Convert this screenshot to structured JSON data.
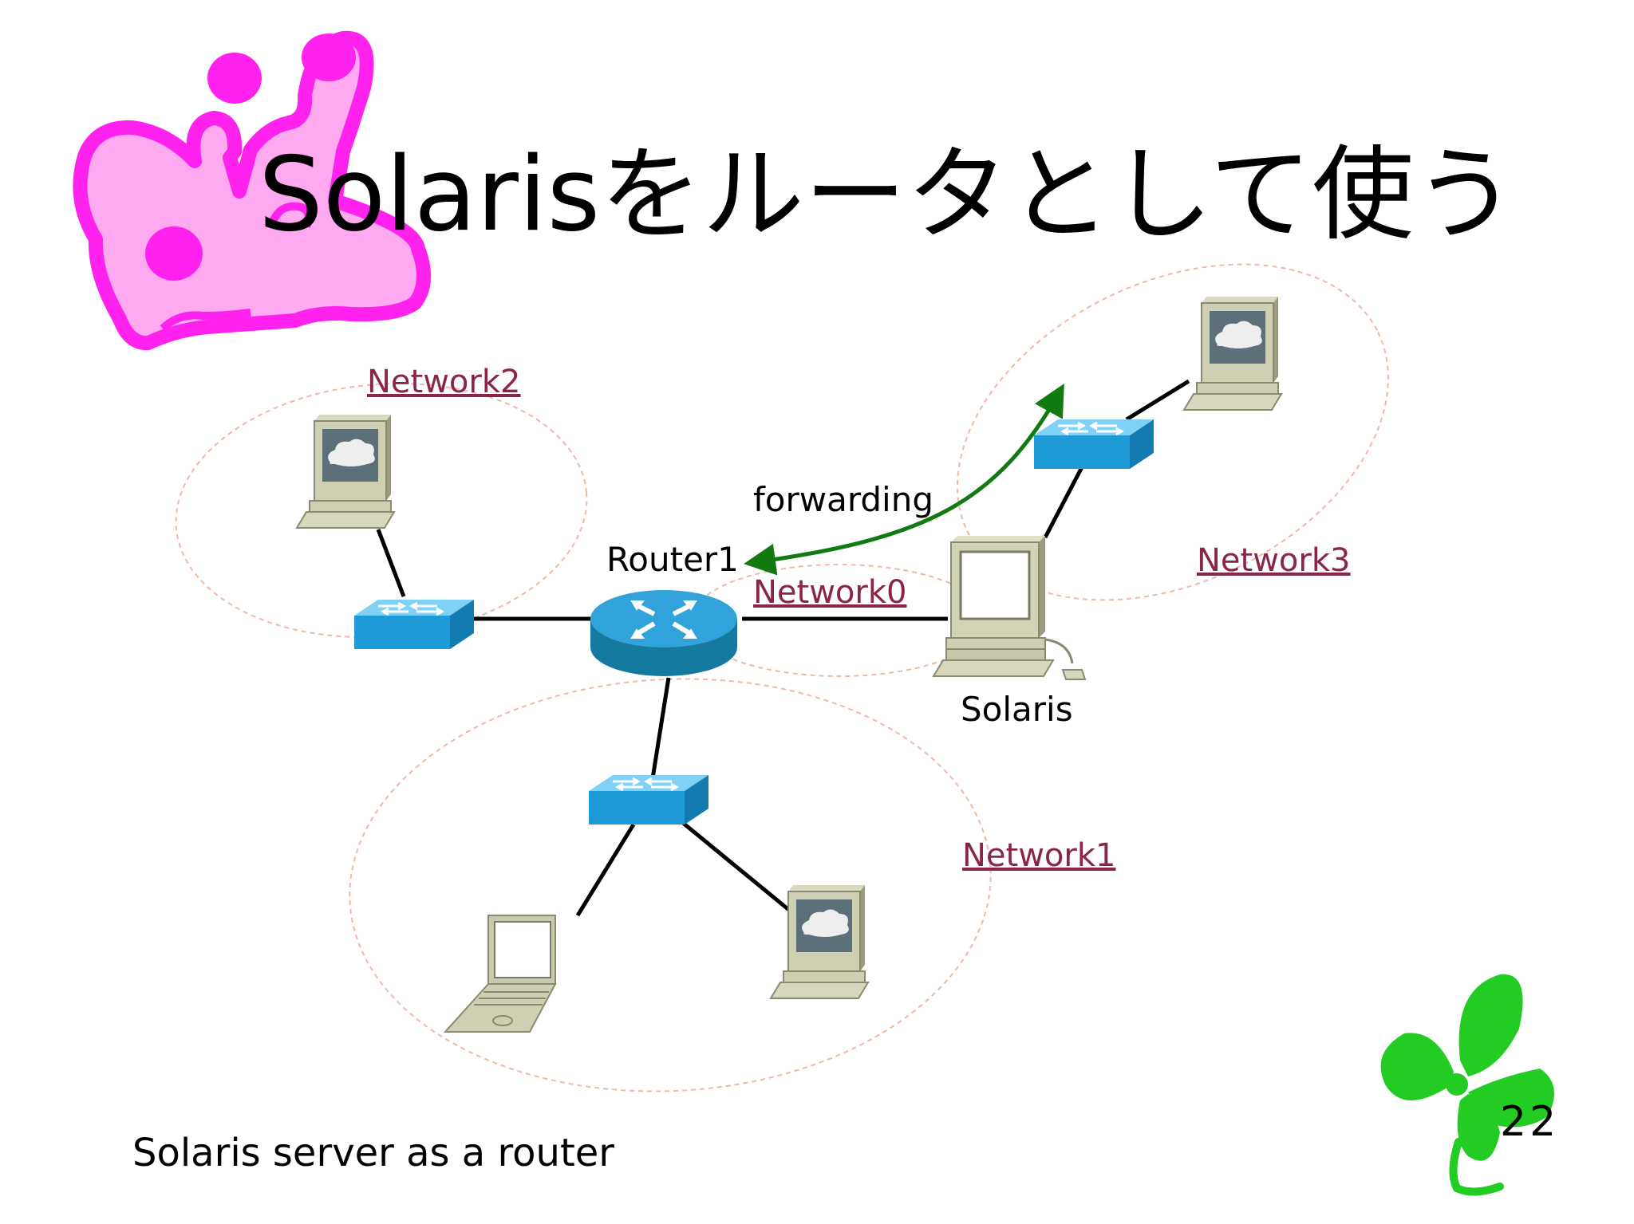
{
  "slide": {
    "title": "Solarisをルータとして使う",
    "caption": "Solaris server as a router",
    "page_number": "22"
  },
  "diagram": {
    "labels": {
      "router": "Router1",
      "solaris": "Solaris",
      "forwarding": "forwarding"
    },
    "networks": [
      "Network0",
      "Network1",
      "Network2",
      "Network3"
    ]
  },
  "colors": {
    "switch_blue": "#2aa0d8",
    "router_blue": "#1f8ec6",
    "arrow_green": "#117a11",
    "network_label": "#8b2449",
    "giraffe_magenta": "#ff22ee",
    "giraffe_pink": "#ffaaf0",
    "clover_green": "#22cc22"
  },
  "icons": [
    "giraffe-doodle",
    "clover-doodle",
    "router-icon",
    "switch-icon",
    "workstation-icon",
    "laptop-icon",
    "server-icon"
  ]
}
